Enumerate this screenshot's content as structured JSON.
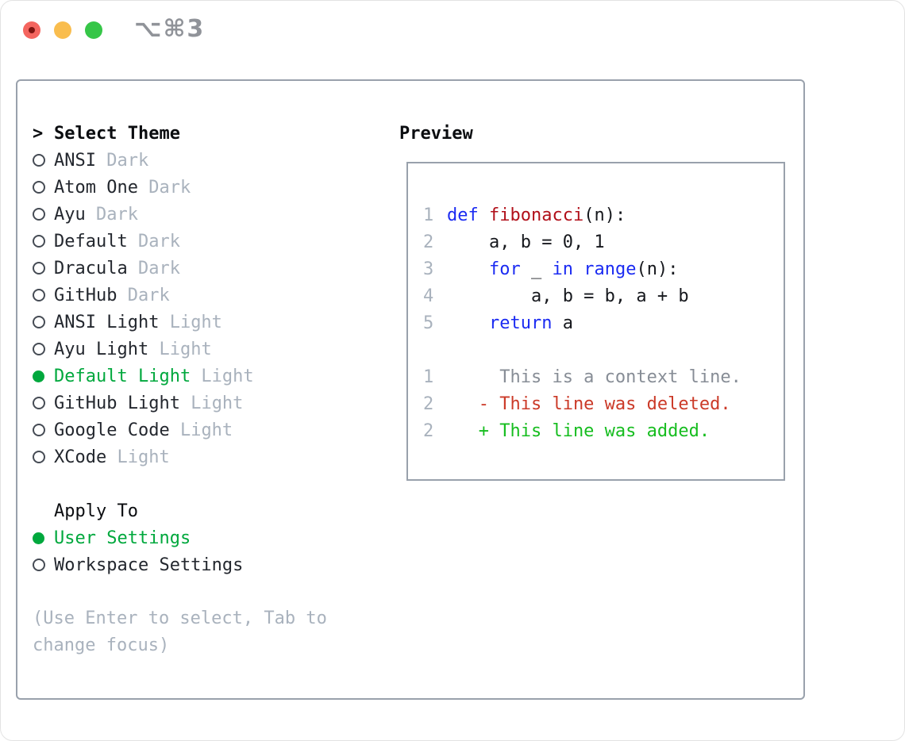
{
  "window": {
    "shortcut_label": "⌥⌘3",
    "traffic_lights": [
      {
        "name": "close",
        "color": "#f4655f"
      },
      {
        "name": "minimize",
        "color": "#f9bd4e"
      },
      {
        "name": "zoom",
        "color": "#36c648"
      }
    ]
  },
  "colors": {
    "accent_green": "#00a83d",
    "added_green": "#16bd1f",
    "keyword_blue": "#1b2bf2",
    "function_red": "#b1101a",
    "deleted_red": "#cb3a28",
    "muted_gray": "#a9b2bd",
    "panel_border": "#99a1ac"
  },
  "theme_selector": {
    "prompt": ">",
    "title": "Select Theme",
    "items": [
      {
        "name": "ANSI",
        "variant": "Dark",
        "selected": false
      },
      {
        "name": "Atom One",
        "variant": "Dark",
        "selected": false
      },
      {
        "name": "Ayu",
        "variant": "Dark",
        "selected": false
      },
      {
        "name": "Default",
        "variant": "Dark",
        "selected": false
      },
      {
        "name": "Dracula",
        "variant": "Dark",
        "selected": false
      },
      {
        "name": "GitHub",
        "variant": "Dark",
        "selected": false
      },
      {
        "name": "ANSI Light",
        "variant": "Light",
        "selected": false
      },
      {
        "name": "Ayu Light",
        "variant": "Light",
        "selected": false
      },
      {
        "name": "Default Light",
        "variant": "Light",
        "selected": true
      },
      {
        "name": "GitHub Light",
        "variant": "Light",
        "selected": false
      },
      {
        "name": "Google Code",
        "variant": "Light",
        "selected": false
      },
      {
        "name": "XCode",
        "variant": "Light",
        "selected": false
      }
    ]
  },
  "apply_to": {
    "title": "Apply To",
    "options": [
      {
        "name": "User Settings",
        "selected": true
      },
      {
        "name": "Workspace Settings",
        "selected": false
      }
    ]
  },
  "help_text": "(Use Enter to select, Tab to change focus)",
  "preview": {
    "title": "Preview",
    "lines": [
      {
        "num": "1",
        "tokens": [
          {
            "t": "def",
            "c": "kw"
          },
          {
            "t": " ",
            "c": "pl"
          },
          {
            "t": "fibonacci",
            "c": "fn"
          },
          {
            "t": "(n):",
            "c": "pl"
          }
        ]
      },
      {
        "num": "2",
        "tokens": [
          {
            "t": "    a, b = 0, 1",
            "c": "pl"
          }
        ]
      },
      {
        "num": "3",
        "tokens": [
          {
            "t": "    ",
            "c": "pl"
          },
          {
            "t": "for",
            "c": "kw"
          },
          {
            "t": " _ ",
            "c": "pl"
          },
          {
            "t": "in",
            "c": "kw"
          },
          {
            "t": " ",
            "c": "pl"
          },
          {
            "t": "range",
            "c": "kw"
          },
          {
            "t": "(n):",
            "c": "pl"
          }
        ]
      },
      {
        "num": "4",
        "tokens": [
          {
            "t": "        a, b = b, a + b",
            "c": "pl"
          }
        ]
      },
      {
        "num": "5",
        "tokens": [
          {
            "t": "    ",
            "c": "pl"
          },
          {
            "t": "return",
            "c": "kw"
          },
          {
            "t": " a",
            "c": "pl"
          }
        ]
      },
      {
        "num": "",
        "tokens": []
      },
      {
        "num": "1",
        "tokens": [
          {
            "t": "     This is a context line.",
            "c": "ctx"
          }
        ]
      },
      {
        "num": "2",
        "tokens": [
          {
            "t": "   - This line was deleted.",
            "c": "del"
          }
        ]
      },
      {
        "num": "2",
        "tokens": [
          {
            "t": "   + This line was added.",
            "c": "add"
          }
        ]
      }
    ]
  }
}
